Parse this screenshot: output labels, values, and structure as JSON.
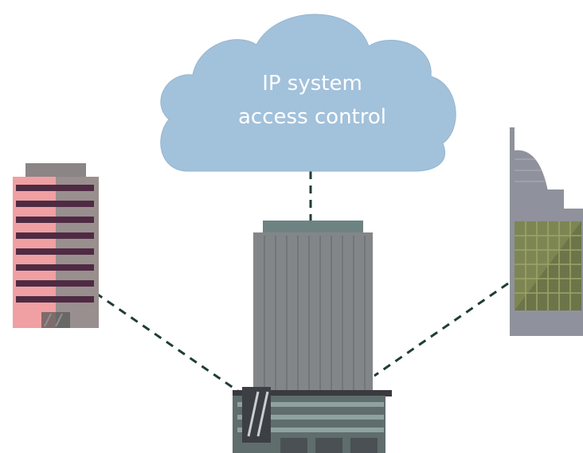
{
  "cloud": {
    "line1": "IP system",
    "line2": "access control",
    "color": "#a2c1db"
  },
  "connections": {
    "color": "#1f3d37",
    "style": "dashed"
  },
  "buildings": {
    "left": {
      "accent": "#f0a0a2",
      "stripe": "#4f2b43",
      "side": "#9a8f8f"
    },
    "center": {
      "tower": "#838689",
      "base": "#5f6d6d"
    },
    "right": {
      "body": "#8f929c",
      "glass": "#7d8653"
    }
  }
}
